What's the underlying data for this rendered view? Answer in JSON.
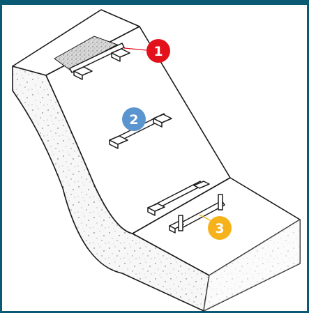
{
  "colors": {
    "frame": "#0a5a73",
    "line": "#1a1a1a",
    "speckle_fill": "#f4f4f4",
    "marker_1": "#e3111c",
    "marker_2": "#5b95cf",
    "marker_3": "#f5b21a"
  },
  "markers": [
    {
      "number": "1",
      "color": "#e3111c"
    },
    {
      "number": "2",
      "color": "#5b95cf"
    },
    {
      "number": "3",
      "color": "#f5b21a"
    }
  ]
}
